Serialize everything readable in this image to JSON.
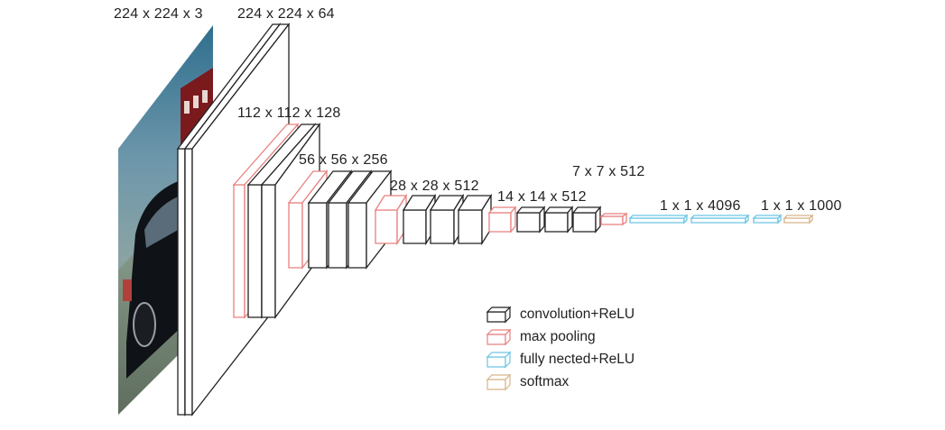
{
  "dimensions": {
    "input": "224 x 224 x 3",
    "block1": "224 x 224 x 64",
    "block2": "112 x 112 x 128",
    "block3": "56 x 56 x 256",
    "block4": "28 x 28 x 512",
    "block5": "14 x 14 x 512",
    "pool5": "7 x 7 x 512",
    "fc": "1 x 1 x 4096",
    "softmax": "1 x 1 x 1000"
  },
  "legend": {
    "conv": "convolution+ReLU",
    "pool": "max pooling",
    "fc": "fully nected+ReLU",
    "softmax": "softmax"
  },
  "colors": {
    "conv": "#222222",
    "pool": "#e8807f",
    "fc": "#6cc5e3",
    "softmax": "#d8b58a"
  }
}
